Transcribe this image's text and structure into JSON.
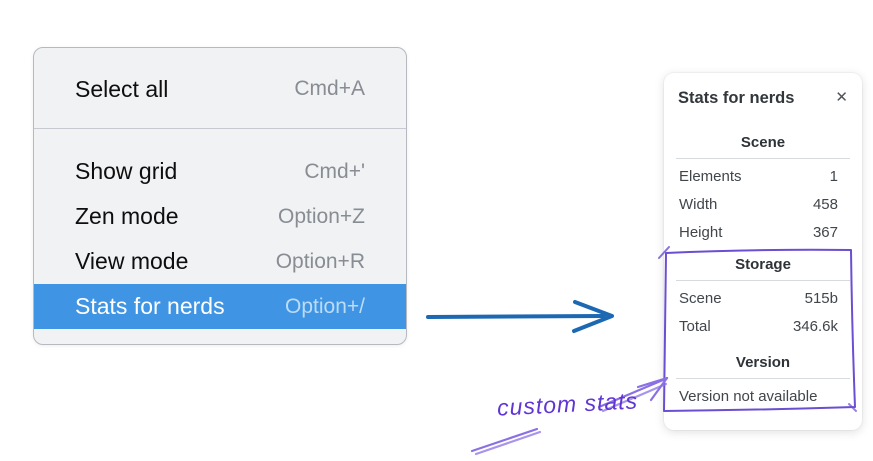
{
  "context_menu": {
    "items": [
      {
        "label": "Select all",
        "shortcut": "Cmd+A"
      },
      {
        "label": "Show grid",
        "shortcut": "Cmd+'"
      },
      {
        "label": "Zen mode",
        "shortcut": "Option+Z"
      },
      {
        "label": "View mode",
        "shortcut": "Option+R"
      },
      {
        "label": "Stats for nerds",
        "shortcut": "Option+/"
      }
    ],
    "selected_item": "Stats for nerds",
    "highlight_color": "#3f95e4"
  },
  "stats_panel": {
    "title": "Stats for nerds",
    "close_icon": "✕",
    "sections": [
      {
        "header": "Scene",
        "rows": [
          {
            "label": "Elements",
            "value": "1"
          },
          {
            "label": "Width",
            "value": "458"
          },
          {
            "label": "Height",
            "value": "367"
          }
        ]
      },
      {
        "header": "Storage",
        "rows": [
          {
            "label": "Scene",
            "value": "515b"
          },
          {
            "label": "Total",
            "value": "346.6k"
          }
        ]
      },
      {
        "header": "Version",
        "note": "Version not available"
      }
    ]
  },
  "annotations": {
    "custom_label": "custom stats",
    "colors": {
      "pointer_arrow_blue": "#1c68b3",
      "highlight_box_purple": "#6b4ed2",
      "sketch_arrow_purple": "#8b70e4",
      "label_purple": "#5f35d4"
    }
  }
}
